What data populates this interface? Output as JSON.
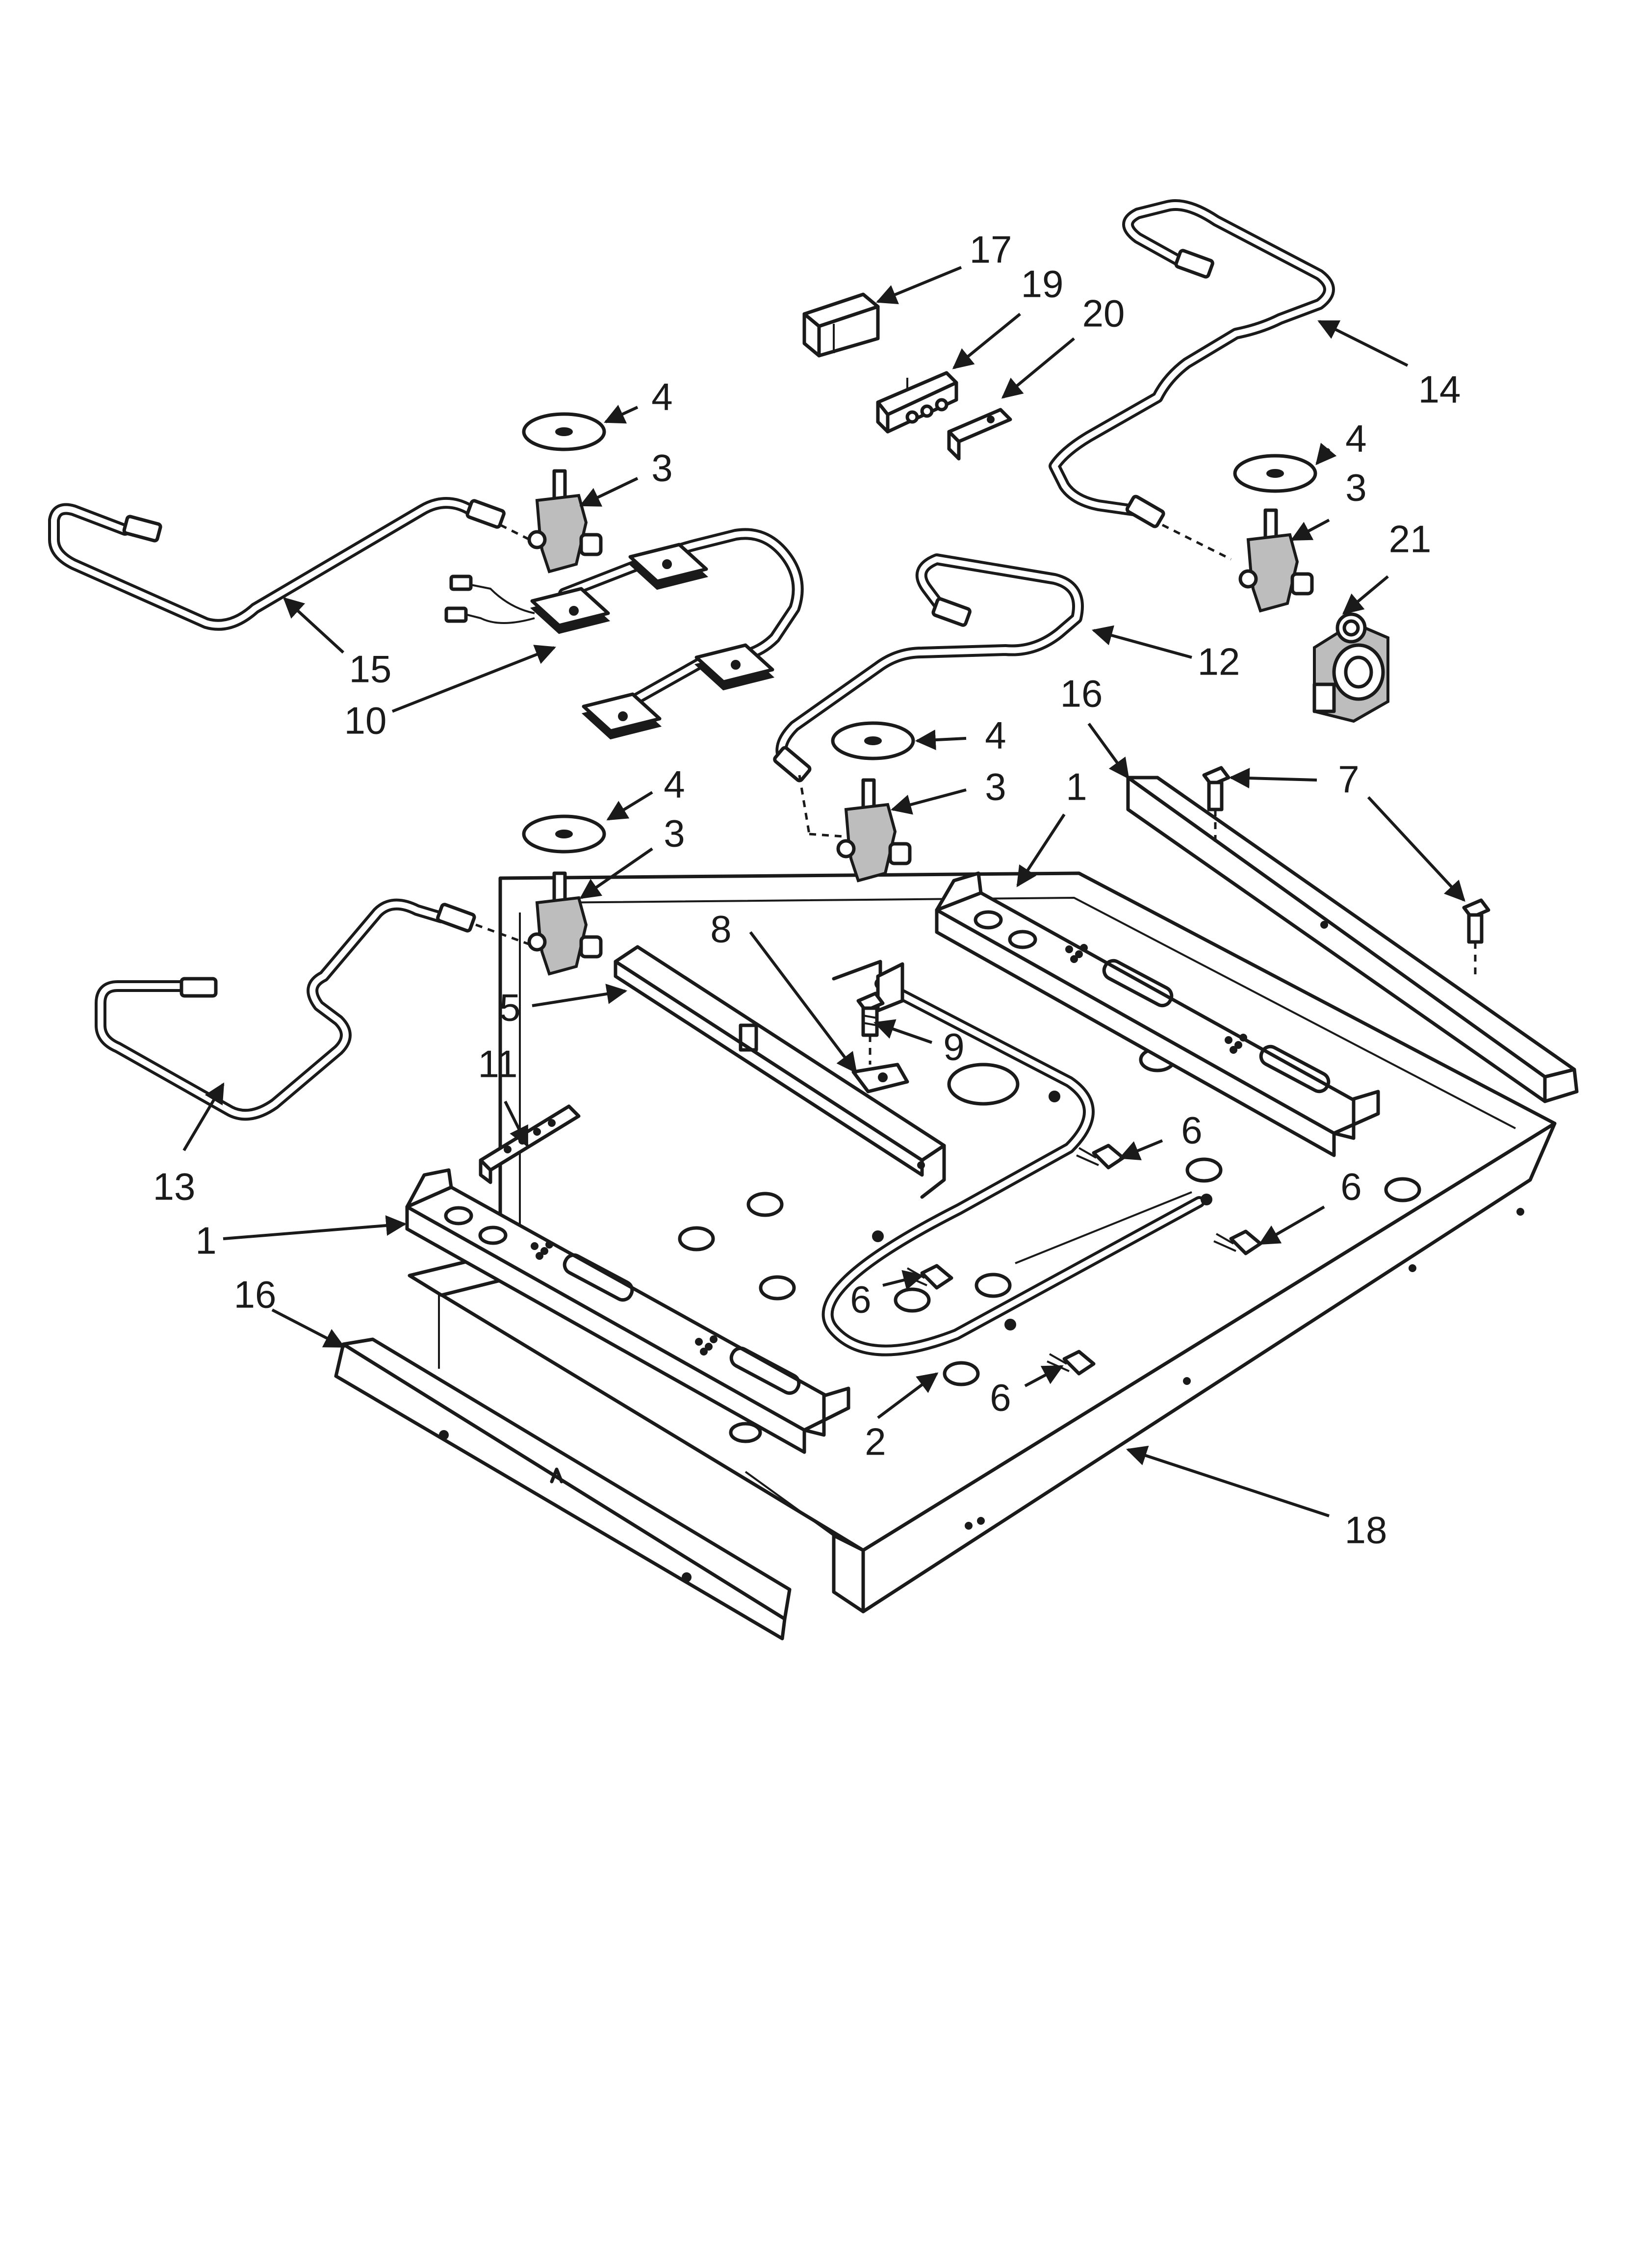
{
  "diagram": {
    "colors": {
      "line": "#1a1a1a",
      "background": "#ffffff",
      "valve_shade": "#bdbdbd"
    },
    "callouts": [
      {
        "id": "c17",
        "label": "17"
      },
      {
        "id": "c19",
        "label": "19"
      },
      {
        "id": "c20",
        "label": "20"
      },
      {
        "id": "c14",
        "label": "14"
      },
      {
        "id": "c4a",
        "label": "4"
      },
      {
        "id": "c3a",
        "label": "3"
      },
      {
        "id": "c15",
        "label": "15"
      },
      {
        "id": "c10",
        "label": "10"
      },
      {
        "id": "c4b",
        "label": "4"
      },
      {
        "id": "c3b",
        "label": "3"
      },
      {
        "id": "c21",
        "label": "21"
      },
      {
        "id": "c12",
        "label": "12"
      },
      {
        "id": "c16a",
        "label": "16"
      },
      {
        "id": "c4c",
        "label": "4"
      },
      {
        "id": "c3c",
        "label": "3"
      },
      {
        "id": "c1a",
        "label": "1"
      },
      {
        "id": "c7",
        "label": "7"
      },
      {
        "id": "c4d",
        "label": "4"
      },
      {
        "id": "c3d",
        "label": "3"
      },
      {
        "id": "c8",
        "label": "8"
      },
      {
        "id": "c5",
        "label": "5"
      },
      {
        "id": "c9",
        "label": "9"
      },
      {
        "id": "c11",
        "label": "11"
      },
      {
        "id": "c6a",
        "label": "6"
      },
      {
        "id": "c13",
        "label": "13"
      },
      {
        "id": "c6b",
        "label": "6"
      },
      {
        "id": "c1b",
        "label": "1"
      },
      {
        "id": "c6c",
        "label": "6"
      },
      {
        "id": "c16b",
        "label": "16"
      },
      {
        "id": "c6d",
        "label": "6"
      },
      {
        "id": "c2",
        "label": "2"
      },
      {
        "id": "c18",
        "label": "18"
      }
    ]
  }
}
